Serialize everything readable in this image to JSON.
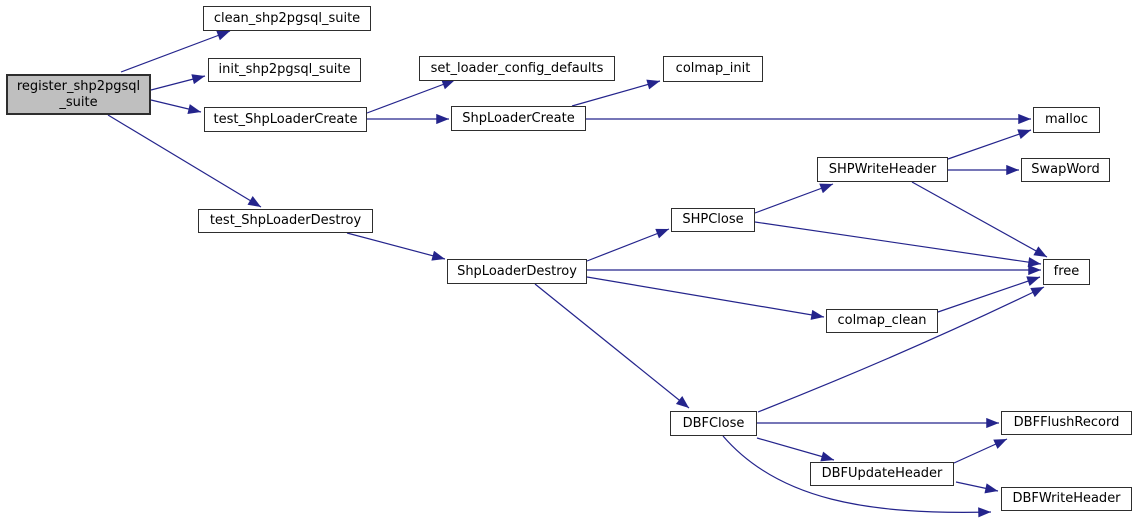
{
  "diagram": {
    "type": "call-graph",
    "description": "Doxygen-style function call graph for register_shp2pgsql_suite",
    "colors": {
      "background": "#ffffff",
      "edge": "#24248c",
      "node_fill": "#ffffff",
      "node_border": "#2e2e2e",
      "highlight_fill": "#bfbfbf",
      "text": "#000000"
    },
    "nodes": [
      {
        "id": "register_shp2pgsql_suite",
        "label": "register_shp2pgsql\n_suite",
        "highlighted": true
      },
      {
        "id": "clean_shp2pgsql_suite",
        "label": "clean_shp2pgsql_suite",
        "highlighted": false
      },
      {
        "id": "init_shp2pgsql_suite",
        "label": "init_shp2pgsql_suite",
        "highlighted": false
      },
      {
        "id": "test_ShpLoaderCreate",
        "label": "test_ShpLoaderCreate",
        "highlighted": false
      },
      {
        "id": "set_loader_config_defaults",
        "label": "set_loader_config_defaults",
        "highlighted": false
      },
      {
        "id": "colmap_init",
        "label": "colmap_init",
        "highlighted": false
      },
      {
        "id": "ShpLoaderCreate",
        "label": "ShpLoaderCreate",
        "highlighted": false
      },
      {
        "id": "malloc",
        "label": "malloc",
        "highlighted": false
      },
      {
        "id": "SHPWriteHeader",
        "label": "SHPWriteHeader",
        "highlighted": false
      },
      {
        "id": "SwapWord",
        "label": "SwapWord",
        "highlighted": false
      },
      {
        "id": "SHPClose",
        "label": "SHPClose",
        "highlighted": false
      },
      {
        "id": "test_ShpLoaderDestroy",
        "label": "test_ShpLoaderDestroy",
        "highlighted": false
      },
      {
        "id": "ShpLoaderDestroy",
        "label": "ShpLoaderDestroy",
        "highlighted": false
      },
      {
        "id": "free",
        "label": "free",
        "highlighted": false
      },
      {
        "id": "colmap_clean",
        "label": "colmap_clean",
        "highlighted": false
      },
      {
        "id": "DBFClose",
        "label": "DBFClose",
        "highlighted": false
      },
      {
        "id": "DBFFlushRecord",
        "label": "DBFFlushRecord",
        "highlighted": false
      },
      {
        "id": "DBFUpdateHeader",
        "label": "DBFUpdateHeader",
        "highlighted": false
      },
      {
        "id": "DBFWriteHeader",
        "label": "DBFWriteHeader",
        "highlighted": false
      }
    ],
    "edges": [
      {
        "from": "register_shp2pgsql_suite",
        "to": "clean_shp2pgsql_suite"
      },
      {
        "from": "register_shp2pgsql_suite",
        "to": "init_shp2pgsql_suite"
      },
      {
        "from": "register_shp2pgsql_suite",
        "to": "test_ShpLoaderCreate"
      },
      {
        "from": "register_shp2pgsql_suite",
        "to": "test_ShpLoaderDestroy"
      },
      {
        "from": "test_ShpLoaderCreate",
        "to": "set_loader_config_defaults"
      },
      {
        "from": "test_ShpLoaderCreate",
        "to": "ShpLoaderCreate"
      },
      {
        "from": "ShpLoaderCreate",
        "to": "colmap_init"
      },
      {
        "from": "ShpLoaderCreate",
        "to": "malloc"
      },
      {
        "from": "test_ShpLoaderDestroy",
        "to": "ShpLoaderDestroy"
      },
      {
        "from": "ShpLoaderDestroy",
        "to": "SHPClose"
      },
      {
        "from": "ShpLoaderDestroy",
        "to": "free"
      },
      {
        "from": "ShpLoaderDestroy",
        "to": "colmap_clean"
      },
      {
        "from": "ShpLoaderDestroy",
        "to": "DBFClose"
      },
      {
        "from": "SHPClose",
        "to": "SHPWriteHeader"
      },
      {
        "from": "SHPClose",
        "to": "free"
      },
      {
        "from": "SHPWriteHeader",
        "to": "malloc"
      },
      {
        "from": "SHPWriteHeader",
        "to": "SwapWord"
      },
      {
        "from": "SHPWriteHeader",
        "to": "free"
      },
      {
        "from": "colmap_clean",
        "to": "free"
      },
      {
        "from": "DBFClose",
        "to": "free"
      },
      {
        "from": "DBFClose",
        "to": "DBFFlushRecord"
      },
      {
        "from": "DBFClose",
        "to": "DBFUpdateHeader"
      },
      {
        "from": "DBFClose",
        "to": "DBFWriteHeader"
      },
      {
        "from": "DBFUpdateHeader",
        "to": "DBFFlushRecord"
      },
      {
        "from": "DBFUpdateHeader",
        "to": "DBFWriteHeader"
      }
    ]
  }
}
